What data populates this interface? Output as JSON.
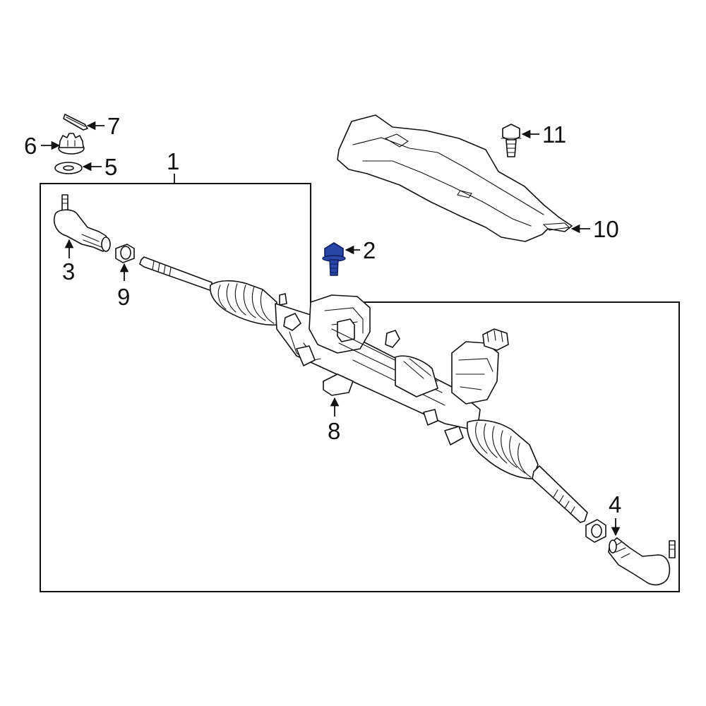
{
  "diagram": {
    "colors": {
      "line": "#111111",
      "highlight_fill": "#2a47a8",
      "highlight_stroke": "#0d1d5c",
      "background": "#ffffff"
    },
    "callouts": [
      {
        "id": "c1",
        "label": "1"
      },
      {
        "id": "c2",
        "label": "2"
      },
      {
        "id": "c3",
        "label": "3"
      },
      {
        "id": "c4",
        "label": "4"
      },
      {
        "id": "c5",
        "label": "5"
      },
      {
        "id": "c6",
        "label": "6"
      },
      {
        "id": "c7",
        "label": "7"
      },
      {
        "id": "c8",
        "label": "8"
      },
      {
        "id": "c9",
        "label": "9"
      },
      {
        "id": "c10",
        "label": "10"
      },
      {
        "id": "c11",
        "label": "11"
      }
    ],
    "highlighted_part": "2"
  }
}
